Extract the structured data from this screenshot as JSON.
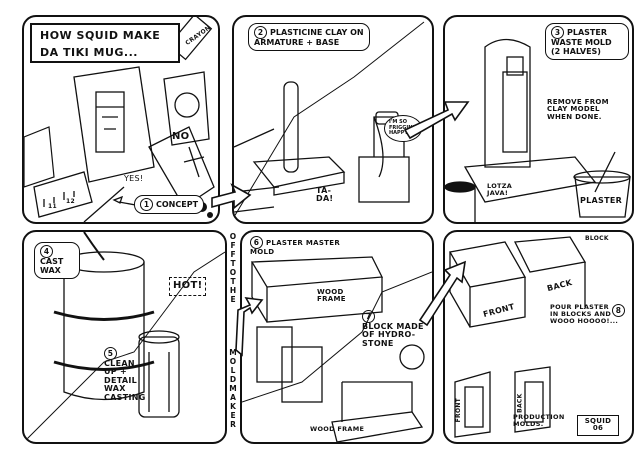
{
  "title": "HOW SQUID MAKE DA TIKI MUG...",
  "panels": [
    {
      "number": "1",
      "caption": "CONCEPT",
      "labels": {
        "crayon": "CRAYON",
        "yes": "YES!",
        "no": "NO",
        "ruler_11": "11",
        "ruler_12": "12"
      }
    },
    {
      "number": "2",
      "caption": "PLASTICINE CLAY ON ARMATURE + BASE",
      "labels": {
        "thought": "I'M SO FRIGGIN' HAPPY",
        "tada": "TA-DA!"
      }
    },
    {
      "number": "3",
      "caption": "PLASTER WASTE MOLD (2 HALVES)",
      "labels": {
        "note": "REMOVE FROM CLAY MODEL WHEN DONE.",
        "java": "LOTZA JAVA!",
        "plaster": "PLASTER"
      }
    },
    {
      "number": "4",
      "caption": "CAST WAX",
      "labels": {
        "hot": "HOT!"
      }
    },
    {
      "number": "5",
      "caption": "CLEAN UP + DETAIL WAX CASTING",
      "labels": {}
    },
    {
      "number": "6",
      "caption": "PLASTER MASTER MOLD",
      "labels": {
        "wood_frame_1": "WOOD FRAME",
        "wood_frame_2": "WOOD FRAME"
      }
    },
    {
      "number": "7",
      "caption": "BLOCK MADE OF HYDRO-STONE",
      "labels": {}
    },
    {
      "number": "8",
      "caption": "POUR PLASTER IN BLOCKS AND WOOO HOOOO!...",
      "labels": {
        "block": "BLOCK",
        "front": "FRONT",
        "back": "BACK",
        "front2": "FRONT",
        "back2": "BACK",
        "molds": "PRODUCTION MOLDS."
      }
    }
  ],
  "side_text": {
    "top": "OFF TO THE",
    "bottom": "MOLDMAKER"
  },
  "signature": "SQUID 06"
}
